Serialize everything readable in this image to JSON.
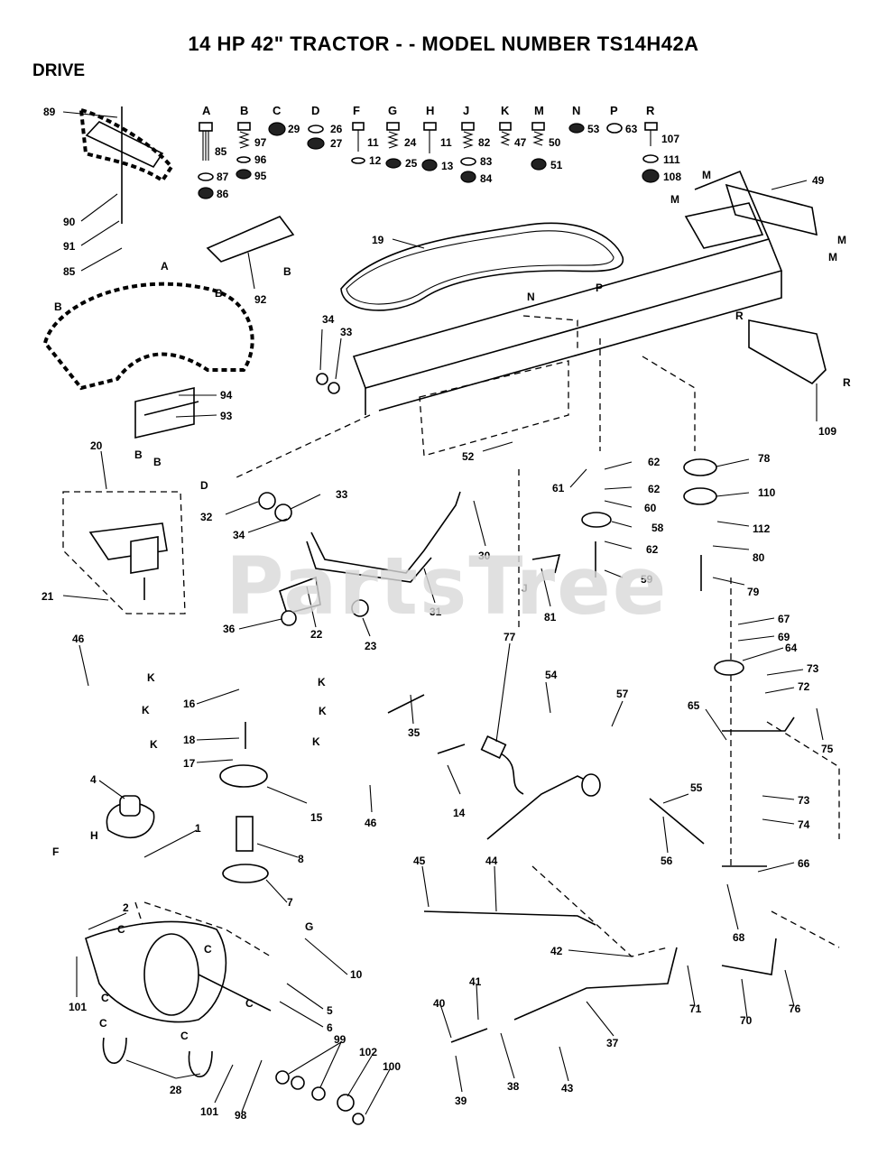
{
  "title": "14 HP 42\" TRACTOR - - MODEL NUMBER TS14H42A",
  "section": "DRIVE",
  "watermark": "PartsTree",
  "hardware_letters": [
    "A",
    "B",
    "C",
    "D",
    "F",
    "G",
    "H",
    "J",
    "K",
    "M",
    "N",
    "P",
    "R"
  ],
  "hardware_numbers": {
    "A": [
      "85",
      "87",
      "86"
    ],
    "B": [
      "97",
      "96",
      "95"
    ],
    "C": [
      "29"
    ],
    "D": [
      "26",
      "27"
    ],
    "F": [
      "11",
      "12"
    ],
    "G": [
      "24",
      "25"
    ],
    "H": [
      "11",
      "13"
    ],
    "J": [
      "82",
      "83",
      "84"
    ],
    "K": [
      "47"
    ],
    "M": [
      "50",
      "51"
    ],
    "N": [
      "53"
    ],
    "P": [
      "63"
    ],
    "R": [
      "107",
      "111",
      "108"
    ]
  },
  "callouts": [
    "89",
    "90",
    "91",
    "85",
    "92",
    "19",
    "49",
    "34",
    "33",
    "94",
    "93",
    "20",
    "52",
    "109",
    "78",
    "110",
    "112",
    "80",
    "79",
    "32",
    "33",
    "34",
    "30",
    "61",
    "62",
    "62",
    "60",
    "58",
    "62",
    "59",
    "21",
    "36",
    "22",
    "23",
    "31",
    "81",
    "46",
    "16",
    "18",
    "17",
    "15",
    "35",
    "46",
    "14",
    "77",
    "54",
    "57",
    "55",
    "56",
    "67",
    "69",
    "64",
    "73",
    "72",
    "75",
    "65",
    "73",
    "74",
    "66",
    "68",
    "4",
    "1",
    "8",
    "7",
    "45",
    "44",
    "10",
    "2",
    "101",
    "5",
    "6",
    "42",
    "71",
    "70",
    "76",
    "41",
    "40",
    "37",
    "39",
    "38",
    "43",
    "99",
    "102",
    "100",
    "28",
    "101",
    "98"
  ],
  "ref_letters": [
    "A",
    "B",
    "B",
    "B",
    "B",
    "B",
    "M",
    "M",
    "M",
    "M",
    "N",
    "P",
    "R",
    "R",
    "D",
    "J",
    "K",
    "K",
    "K",
    "K",
    "K",
    "K",
    "F",
    "H",
    "G",
    "C",
    "C",
    "C",
    "C",
    "C",
    "C"
  ]
}
